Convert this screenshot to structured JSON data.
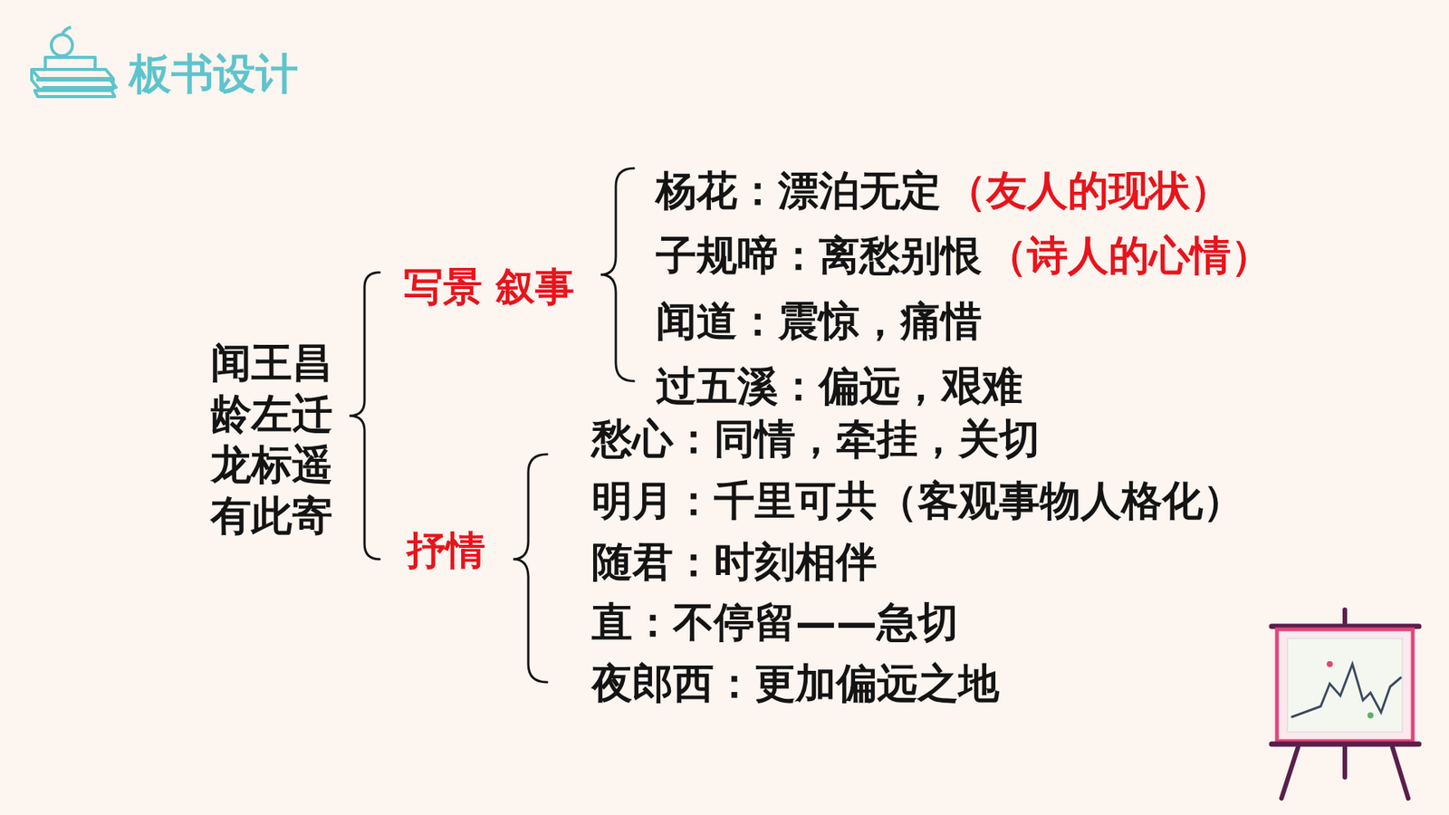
{
  "diagram": {
    "title": "板书设计",
    "labels": [
      "闻王昌龄左迁龙标遥有此寄",
      "写景 叙事",
      "杨花：漂泊无定",
      "（友人的现状）",
      "子规啼：离愁别恨",
      "（诗人的心情）",
      "闻道：震惊，痛惜",
      "过五溪：偏远，艰难",
      "抒情",
      "愁心：同情，牵挂，关切",
      "明月：千里可共（客观事物人格化）",
      "随君：时刻相伴",
      "直：不停留——急切",
      "夜郎西：更加偏远之地"
    ]
  }
}
